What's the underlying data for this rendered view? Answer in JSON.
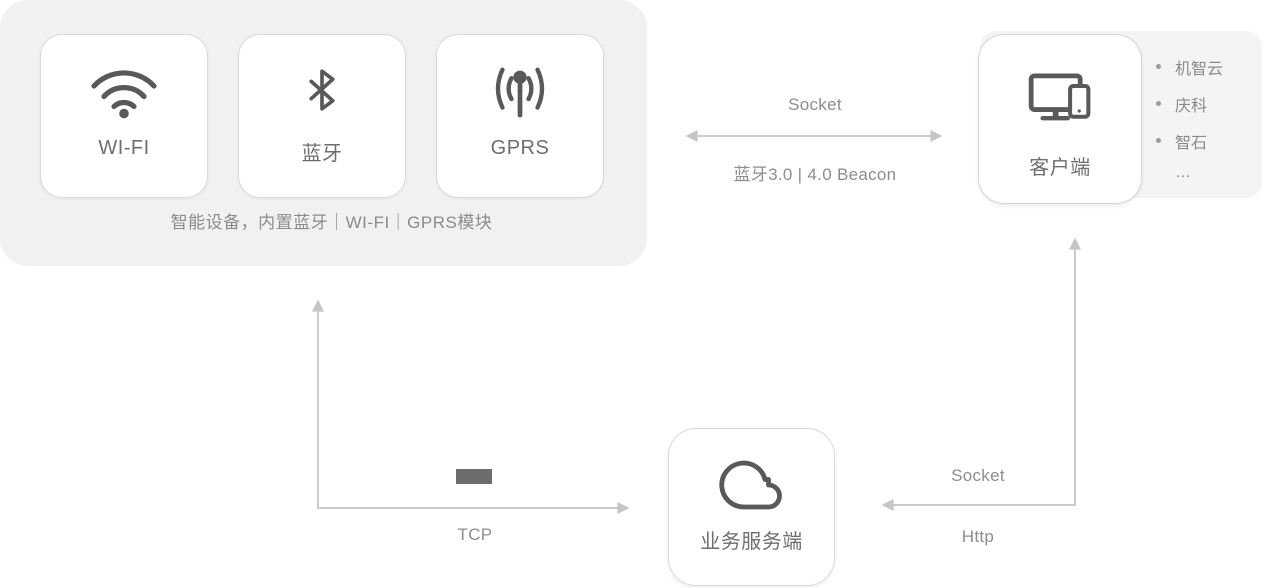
{
  "device_box": {
    "caption": "智能设备，内置蓝牙｜WI-FI｜GPRS模块",
    "cards": [
      {
        "label": "WI-FI",
        "icon": "wifi-icon"
      },
      {
        "label": "蓝牙",
        "icon": "bluetooth-icon"
      },
      {
        "label": "GPRS",
        "icon": "antenna-icon"
      }
    ]
  },
  "client": {
    "label": "客户端",
    "icon": "desktop-phone-icon",
    "vendors": [
      "机智云",
      "庆科",
      "智石",
      "…"
    ]
  },
  "server": {
    "label": "业务服务端",
    "icon": "cloud-icon"
  },
  "connections": {
    "device_client": {
      "top_label": "Socket",
      "bottom_label": "蓝牙3.0 | 4.0 Beacon",
      "style": "double-headed-horizontal"
    },
    "server_to_device": {
      "label": "TCP",
      "style": "L-shape, arrowheads up to device box and right to server"
    },
    "client_server": {
      "top_label": "Socket",
      "bottom_label": "Http",
      "style": "L-shape, arrowheads left to server and up to client"
    }
  },
  "colors": {
    "canvas_bg": "#ffffff",
    "device_box_bg": "#f1f1f1",
    "client_panel_bg": "#f4f4f5",
    "card_bg": "#ffffff",
    "card_border": "#d9d9d9",
    "icon": "#58595b",
    "card_label": "#6e6e6e",
    "caption_text": "#8b8b8b",
    "connection_text": "#8d8d8d",
    "arrow": "#cbcbcb",
    "placeholder_bar": "#6d6d6d"
  }
}
